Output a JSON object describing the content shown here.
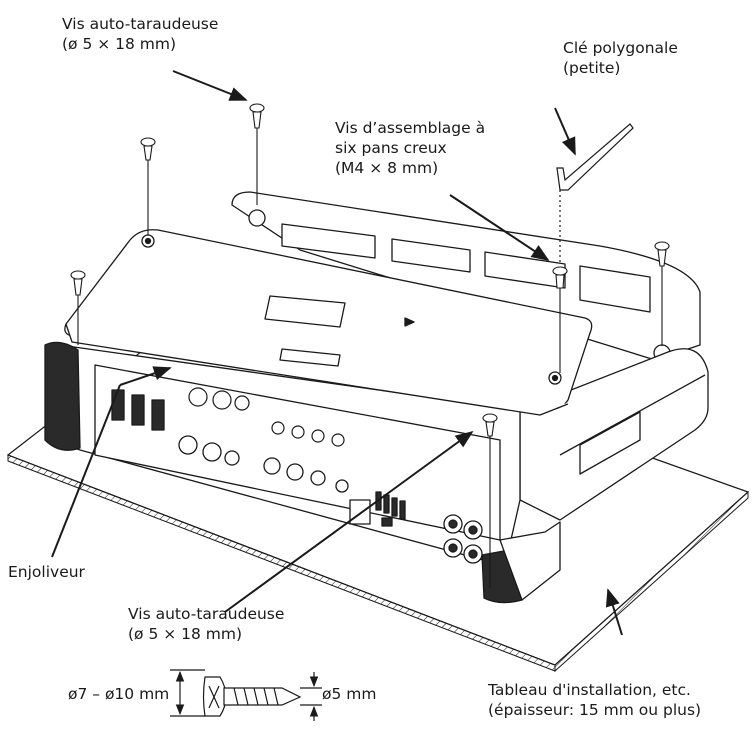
{
  "labels": {
    "screw_top": [
      "Vis auto-taraudeuse",
      "(ø 5 × 18 mm)"
    ],
    "hex_wrench": [
      "Clé polygonale",
      "(petite)"
    ],
    "hex_bolt": [
      "Vis d’assemblage à",
      "six pans creux",
      "(M4 × 8 mm)"
    ],
    "cover": "Enjoliveur",
    "screw_bottom": [
      "Vis auto-taraudeuse",
      "(ø 5 × 18 mm)"
    ],
    "head_dim": "ø7 – ø10 mm",
    "shank_dim": "ø5 mm",
    "board": [
      "Tableau d'installation, etc.",
      "(épaisseur: 15 mm ou plus)"
    ]
  },
  "colors": {
    "line": "#1a1a1a",
    "fill": "#ffffff",
    "shade": "#2a2a2a"
  }
}
